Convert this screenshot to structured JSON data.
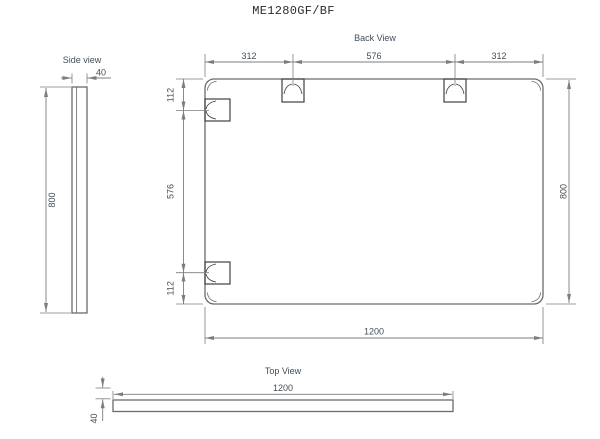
{
  "title": "ME1280GF/BF",
  "views": {
    "side": {
      "label": "Side view",
      "thickness": "40",
      "height": "800"
    },
    "back": {
      "label": "Back View",
      "top_dims": [
        "312",
        "576",
        "312"
      ],
      "left_dims": [
        "112",
        "576",
        "112"
      ],
      "right_dim": "800",
      "bottom_dim": "1200"
    },
    "top": {
      "label": "Top View",
      "width": "1200",
      "thickness": "40"
    }
  },
  "colors": {
    "outline": "#6b6b6b",
    "bracket": "#3f3f3f",
    "dim": "#7d7d7d",
    "text": "#424e59",
    "title": "#2d2d2d"
  }
}
